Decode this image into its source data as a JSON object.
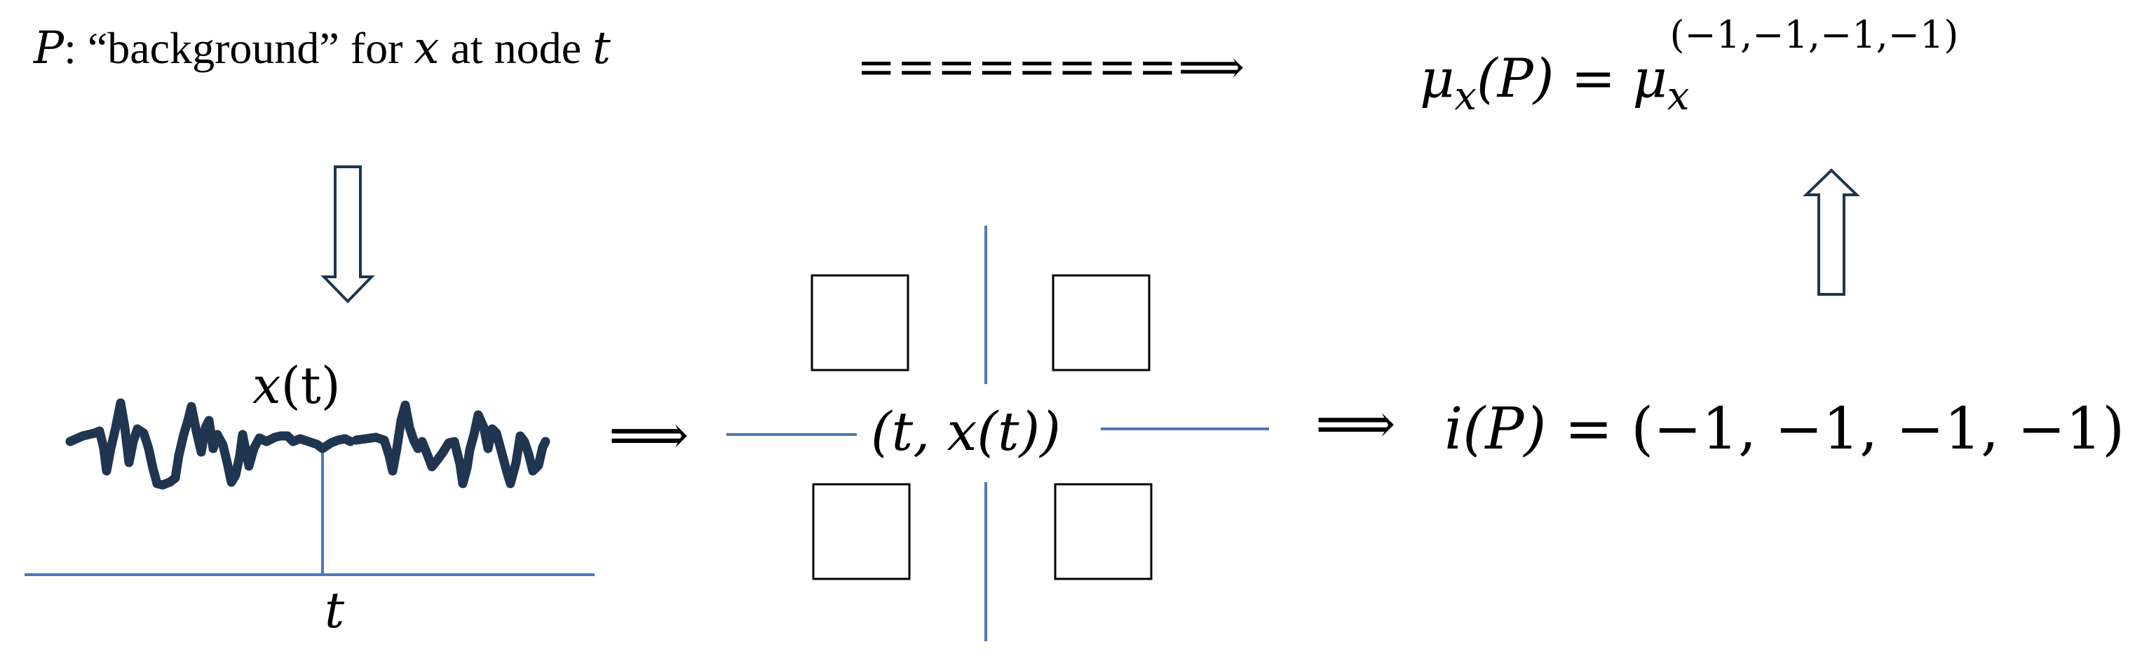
{
  "header": {
    "var_P": "P",
    "colon_text": ": “background” for ",
    "var_x": "x",
    "at_node_text": " at node ",
    "var_t": "t",
    "long_arrow": "========⟹",
    "mu": "μ",
    "mu_sub": "x",
    "mu_arg": "(P) = ",
    "mu_rhs": "μ",
    "mu_rhs_sub": "x",
    "mu_rhs_sup": "(−1,−1,−1,−1)"
  },
  "left_panel": {
    "xt_label_var": "x",
    "xt_label_arg": "(t)",
    "t_axis_label": "t"
  },
  "middle_panel": {
    "center_label": "(t, x(t))"
  },
  "right_panel": {
    "arrow_left": "⟹",
    "arrow_mid": "⟹",
    "index_lhs_var": "i",
    "index_lhs_arg": "(P)",
    "index_rhs": " = (−1, −1, −1, −1)"
  },
  "colors": {
    "line_blue": "#4a7ab5",
    "path_dark": "#1f3550",
    "text": "#000000",
    "arrow_outline": "#1f3550"
  }
}
